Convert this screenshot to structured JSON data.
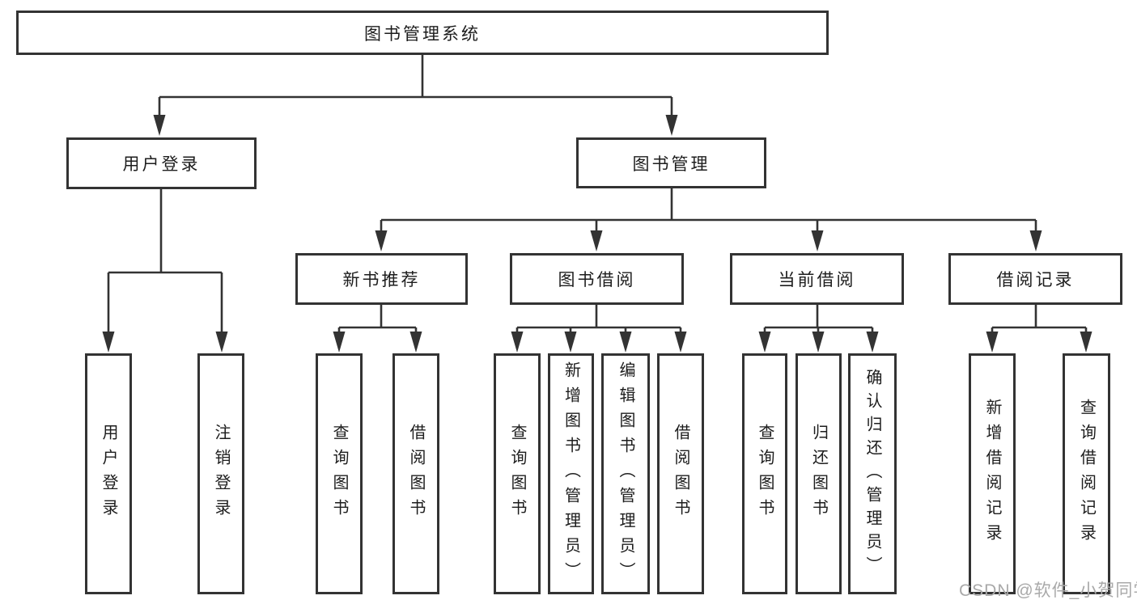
{
  "colors": {
    "line": "#333333",
    "box_border": "#333333",
    "box_fill": "#ffffff",
    "text": "#1d1d1d",
    "watermark": "#a9a9a9",
    "background": "#ffffff"
  },
  "tree": {
    "root": {
      "label": "图书管理系统"
    },
    "level2": [
      {
        "label": "用户登录",
        "children": [
          {
            "label": "用户登录"
          },
          {
            "label": "注销登录"
          }
        ]
      },
      {
        "label": "图书管理",
        "children": [
          {
            "label": "新书推荐",
            "children": [
              {
                "label": "查询图书"
              },
              {
                "label": "借阅图书"
              }
            ]
          },
          {
            "label": "图书借阅",
            "children": [
              {
                "label": "查询图书"
              },
              {
                "label": "新增图书（管理员）"
              },
              {
                "label": "编辑图书（管理员）"
              },
              {
                "label": "借阅图书"
              }
            ]
          },
          {
            "label": "当前借阅",
            "children": [
              {
                "label": "查询图书"
              },
              {
                "label": "归还图书"
              },
              {
                "label": "确认归还（管理员）"
              }
            ]
          },
          {
            "label": "借阅记录",
            "children": [
              {
                "label": "新增借阅记录"
              },
              {
                "label": "查询借阅记录"
              }
            ]
          }
        ]
      }
    ]
  },
  "watermark": {
    "text": "CSDN @软件_小贺同学"
  }
}
